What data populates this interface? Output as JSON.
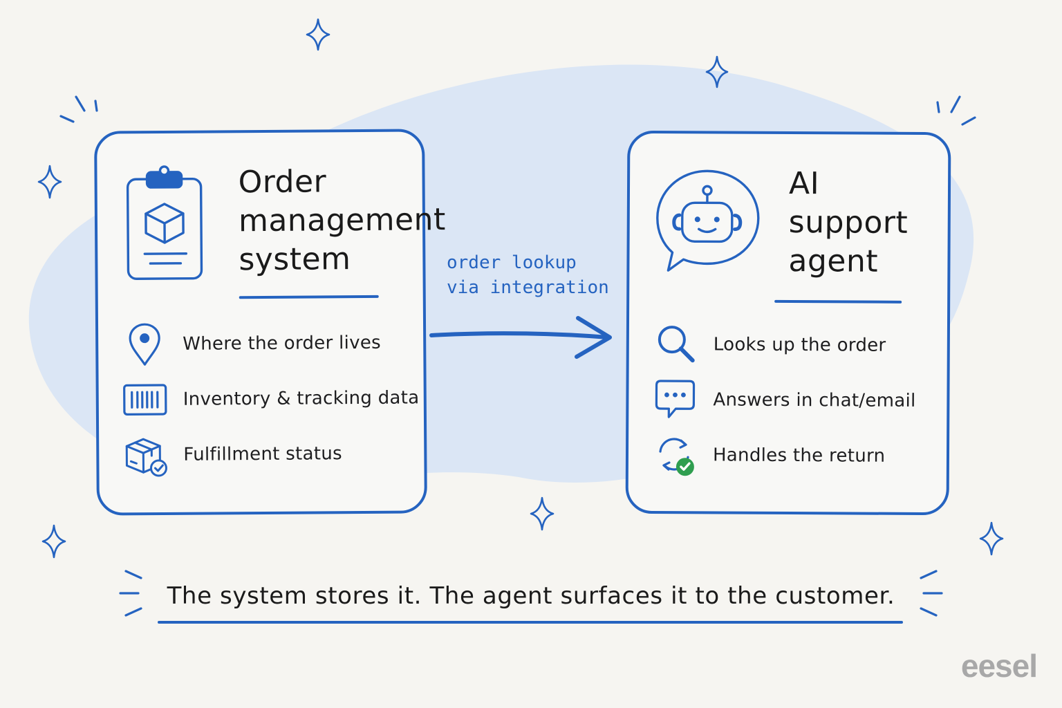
{
  "left_card": {
    "title_lines": [
      "Order",
      "management",
      "system"
    ],
    "icon": "clipboard-box-icon",
    "items": [
      {
        "icon": "map-pin-icon",
        "label": "Where the order lives"
      },
      {
        "icon": "barcode-icon",
        "label": "Inventory & tracking data"
      },
      {
        "icon": "box-check-icon",
        "label": "Fulfillment status"
      }
    ]
  },
  "connector": {
    "label_lines": [
      "order lookup",
      "via integration"
    ]
  },
  "right_card": {
    "title_lines": [
      "AI",
      "support",
      "agent"
    ],
    "icon": "robot-chat-icon",
    "items": [
      {
        "icon": "search-icon",
        "label": "Looks up the order"
      },
      {
        "icon": "chat-bubble-icon",
        "label": "Answers in chat/email"
      },
      {
        "icon": "return-cycle-icon",
        "label": "Handles the return"
      }
    ]
  },
  "caption": "The system stores it. The agent surfaces it to the customer.",
  "logo": "eesel",
  "colors": {
    "accent": "#2563c0",
    "background": "#f6f5f1",
    "blob": "#dbe6f5",
    "check": "#2f9e4f",
    "logo": "#a8a8a8"
  }
}
